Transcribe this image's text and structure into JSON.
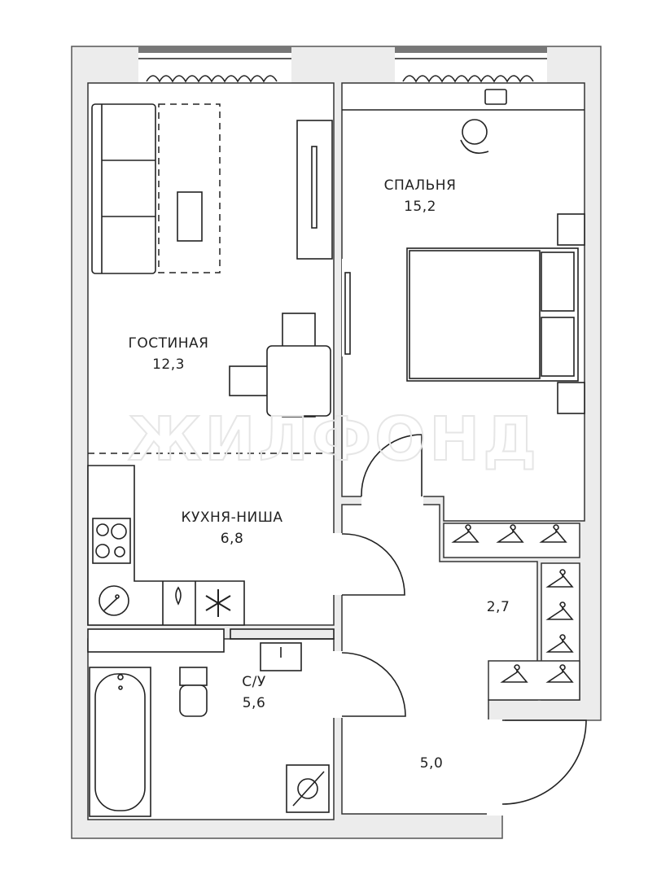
{
  "plan": {
    "watermark": "ЖИЛФОНД",
    "rooms": [
      {
        "name": "ГОСТИНАЯ",
        "area": "12,3"
      },
      {
        "name": "СПАЛЬНЯ",
        "area": "15,2"
      },
      {
        "name": "КУХНЯ-НИША",
        "area": "6,8"
      },
      {
        "name": "С/У",
        "area": "5,6"
      },
      {
        "name": "",
        "area": "2,7"
      },
      {
        "name": "",
        "area": "5,0"
      }
    ],
    "colors": {
      "wall": "#ececec",
      "line": "#222222"
    }
  }
}
